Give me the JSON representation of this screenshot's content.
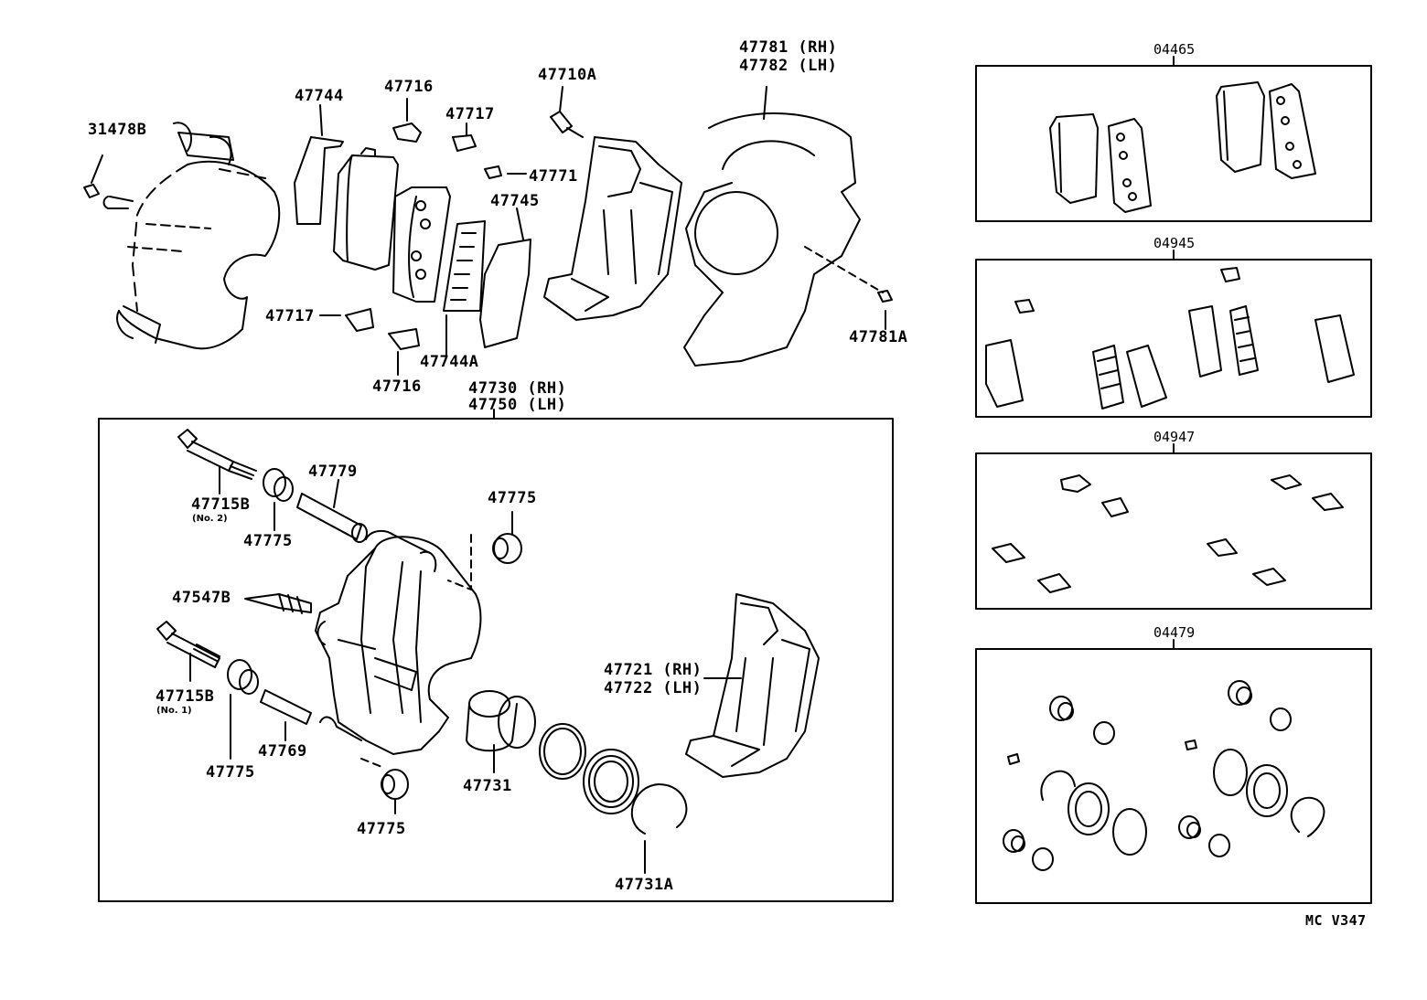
{
  "labels": {
    "p31478b": "31478B",
    "p47744": "47744",
    "p47716_top": "47716",
    "p47717_top": "47717",
    "p47710a": "47710A",
    "p47781_rh": "47781 (RH)",
    "p47782_lh": "47782 (LH)",
    "p47771": "47771",
    "p47745": "47745",
    "p47717_bottom": "47717",
    "p47716_bottom": "47716",
    "p47744a": "47744A",
    "p47781a": "47781A",
    "p47730_rh": "47730 (RH)",
    "p47750_lh": "47750 (LH)",
    "p47715b_no2": "47715B",
    "no2": "(No. 2)",
    "p47775_a": "47775",
    "p47779": "47779",
    "p47775_b": "47775",
    "p47547b": "47547B",
    "p47715b_no1": "47715B",
    "no1": "(No. 1)",
    "p47775_c": "47775",
    "p47769": "47769",
    "p47775_d": "47775",
    "p47731": "47731",
    "p47721_rh": "47721 (RH)",
    "p47722_lh": "47722 (LH)",
    "p47731a": "47731A"
  },
  "kits": {
    "k04465": "04465",
    "k04945": "04945",
    "k04947": "04947",
    "k04479": "04479"
  },
  "footer": {
    "code": "MC V347"
  }
}
